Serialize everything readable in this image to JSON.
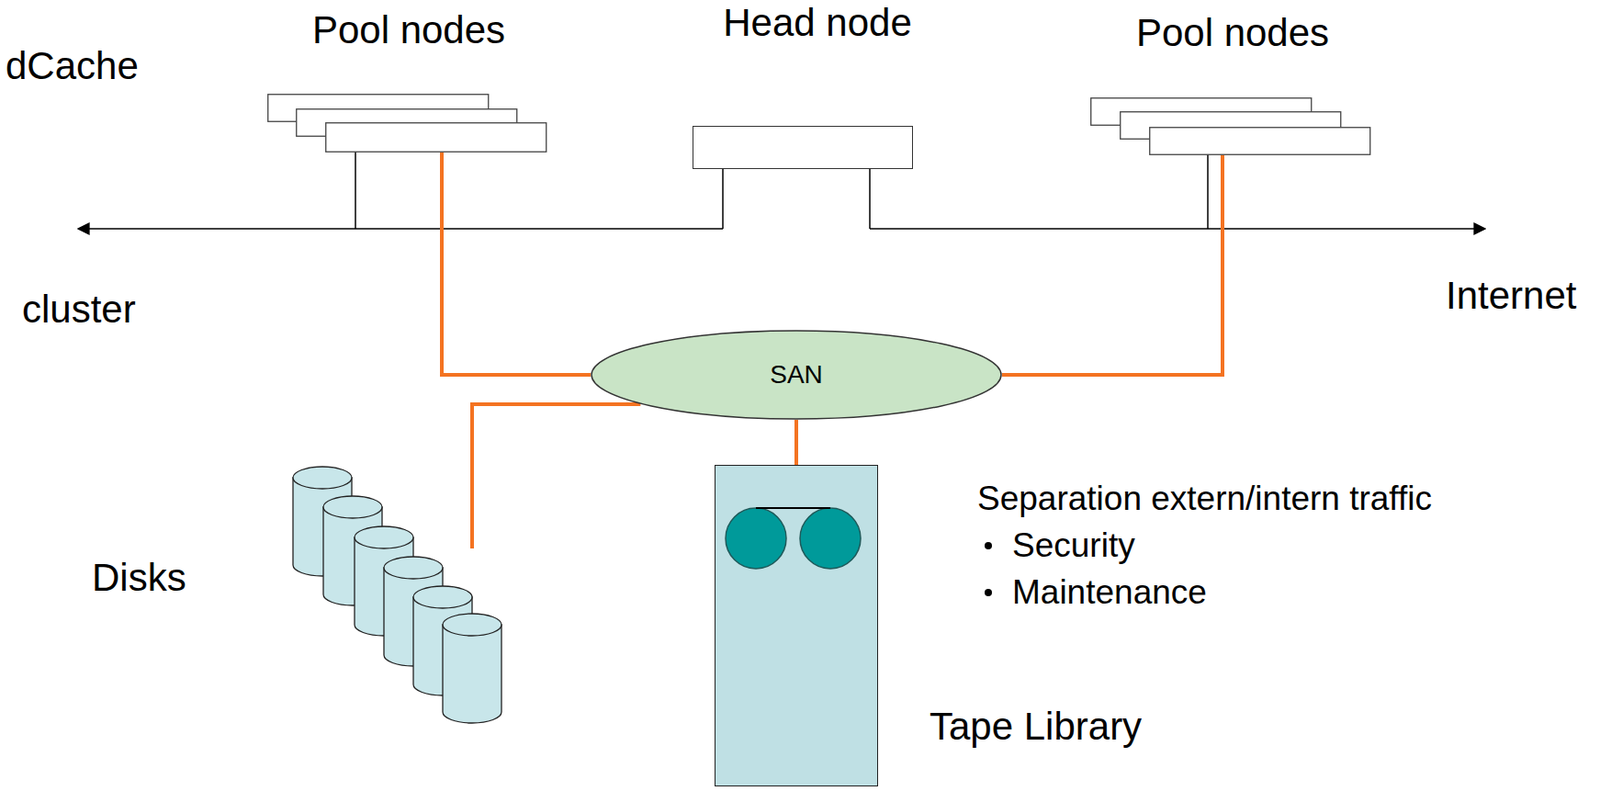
{
  "diagram": {
    "nodes": [
      {
        "text": [
          "Pool nodes"
        ]
      },
      {
        "text": [
          "Head node"
        ]
      },
      {
        "text": [
          "Pool nodes"
        ]
      },
      {
        "text": [
          "SAN"
        ]
      },
      {
        "text": [
          "Disks"
        ]
      },
      {
        "text": [
          "Tape Library"
        ]
      }
    ],
    "edges": [
      {
        "from": 0,
        "to": 3,
        "arrow": "none"
      },
      {
        "from": 2,
        "to": 3,
        "arrow": "none"
      },
      {
        "from": 3,
        "to": 4,
        "arrow": "none"
      },
      {
        "from": 3,
        "to": 5,
        "arrow": "none"
      }
    ],
    "labels": [
      "dCache",
      "cluster",
      "Internet",
      "Separation extern/intern traffic",
      "Security",
      "Maintenance"
    ]
  }
}
